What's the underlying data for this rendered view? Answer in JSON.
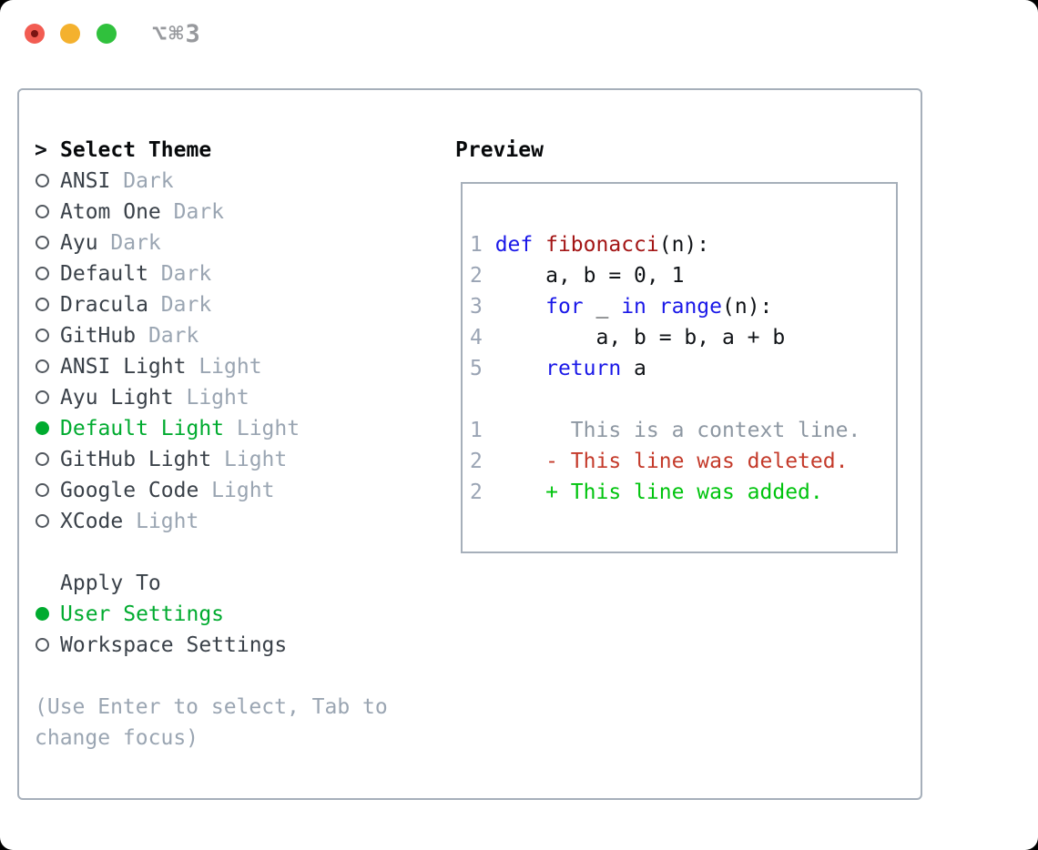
{
  "window": {
    "title_shortcut": "⌥⌘3"
  },
  "theme_panel": {
    "prompt": ">",
    "title": "Select Theme",
    "items": [
      {
        "name": "ANSI",
        "variant": "Dark",
        "selected": false
      },
      {
        "name": "Atom One",
        "variant": "Dark",
        "selected": false
      },
      {
        "name": "Ayu",
        "variant": "Dark",
        "selected": false
      },
      {
        "name": "Default",
        "variant": "Dark",
        "selected": false
      },
      {
        "name": "Dracula",
        "variant": "Dark",
        "selected": false
      },
      {
        "name": "GitHub",
        "variant": "Dark",
        "selected": false
      },
      {
        "name": "ANSI Light",
        "variant": "Light",
        "selected": false
      },
      {
        "name": "Ayu Light",
        "variant": "Light",
        "selected": false
      },
      {
        "name": "Default Light",
        "variant": "Light",
        "selected": true
      },
      {
        "name": "GitHub Light",
        "variant": "Light",
        "selected": false
      },
      {
        "name": "Google Code",
        "variant": "Light",
        "selected": false
      },
      {
        "name": "XCode",
        "variant": "Light",
        "selected": false
      }
    ],
    "apply_to": {
      "title": "Apply To",
      "options": [
        {
          "label": "User Settings",
          "selected": true
        },
        {
          "label": "Workspace Settings",
          "selected": false
        }
      ]
    },
    "hint": "(Use Enter to select, Tab to change focus)"
  },
  "preview": {
    "title": "Preview",
    "lines": [
      {
        "num": "1",
        "segments": [
          {
            "t": "def",
            "c": "kw"
          },
          {
            "t": " ",
            "c": "pl"
          },
          {
            "t": "fibonacci",
            "c": "fn"
          },
          {
            "t": "(n):",
            "c": "pl"
          }
        ]
      },
      {
        "num": "2",
        "segments": [
          {
            "t": "    a, b = 0, 1",
            "c": "pl"
          }
        ]
      },
      {
        "num": "3",
        "segments": [
          {
            "t": "    ",
            "c": "pl"
          },
          {
            "t": "for",
            "c": "kw"
          },
          {
            "t": " _ ",
            "c": "pl"
          },
          {
            "t": "in",
            "c": "kw"
          },
          {
            "t": " ",
            "c": "pl"
          },
          {
            "t": "range",
            "c": "kw"
          },
          {
            "t": "(n):",
            "c": "pl"
          }
        ]
      },
      {
        "num": "4",
        "segments": [
          {
            "t": "        a, b = b, a + b",
            "c": "pl"
          }
        ]
      },
      {
        "num": "5",
        "segments": [
          {
            "t": "    ",
            "c": "pl"
          },
          {
            "t": "return",
            "c": "kw"
          },
          {
            "t": " a",
            "c": "pl"
          }
        ]
      },
      {
        "num": "",
        "segments": []
      },
      {
        "num": "1",
        "segments": [
          {
            "t": "      This is a context line.",
            "c": "ctx"
          }
        ]
      },
      {
        "num": "2",
        "segments": [
          {
            "t": "    - This line was deleted.",
            "c": "del"
          }
        ]
      },
      {
        "num": "2",
        "segments": [
          {
            "t": "    + This line was added.",
            "c": "add"
          }
        ]
      }
    ]
  },
  "colors": {
    "accent_green": "#00ab2f",
    "diff_added": "#00c40e",
    "diff_deleted": "#c43a2a",
    "keyword_blue": "#1a18e8",
    "function_red": "#a31515",
    "muted_gray": "#9aa5b2",
    "line_number_gray": "#9aa4b4",
    "context_gray": "#8d97a2",
    "text_dark": "#3a4149",
    "text_black": "#101317",
    "border_gray": "#a6afba",
    "ring_gray": "#52585f",
    "traffic_red": "#f25c52",
    "traffic_red_dot": "#7a1412",
    "traffic_yellow": "#f4b12e",
    "traffic_green": "#30c13d",
    "shortcut_gray": "#97999d"
  }
}
